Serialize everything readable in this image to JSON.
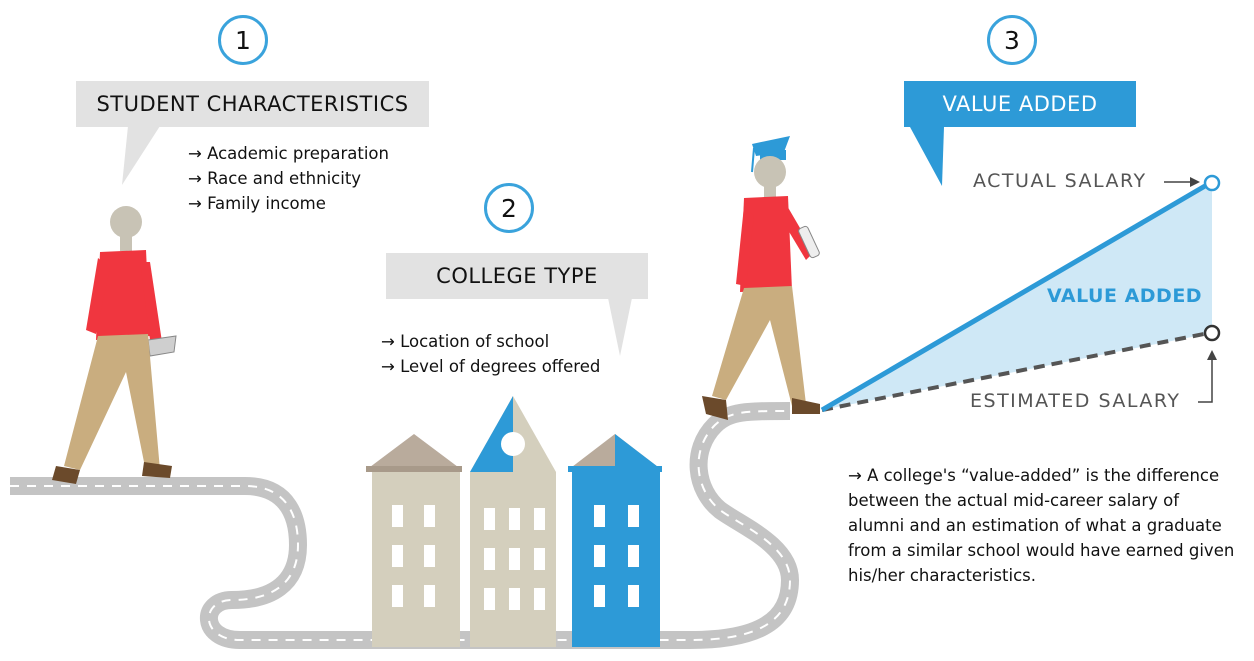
{
  "steps": [
    {
      "number": "1",
      "title": "STUDENT CHARACTERISTICS",
      "bullets": [
        "Academic preparation",
        "Race and ethnicity",
        "Family income"
      ]
    },
    {
      "number": "2",
      "title": "COLLEGE TYPE",
      "bullets": [
        "Location of school",
        "Level of degrees offered"
      ]
    },
    {
      "number": "3",
      "title": "VALUE ADDED"
    }
  ],
  "graph": {
    "actual_label": "ACTUAL SALARY",
    "value_added_label": "VALUE ADDED",
    "estimated_label": "ESTIMATED SALARY"
  },
  "description": "A college's “value-added” is the difference between the actual mid-career salary of alumni and an estimation of what a graduate from a similar school would have earned given his/her characteristics.",
  "colors": {
    "accent_blue": "#2d9ad7",
    "shirt_red": "#f0363f",
    "pants_tan": "#c9ad7f",
    "building_beige": "#d4cfbd",
    "road_grey": "#c4c4c4"
  }
}
